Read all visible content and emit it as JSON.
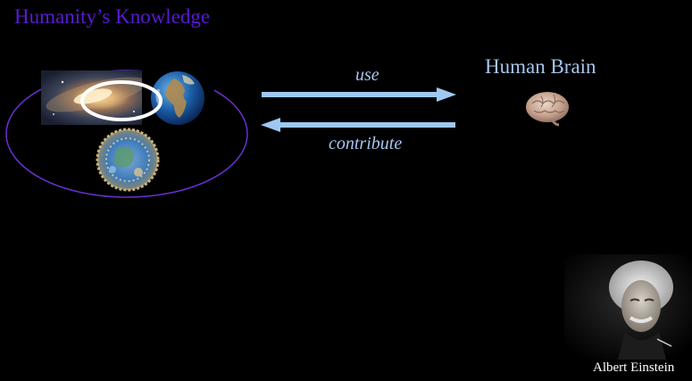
{
  "title": "Humanity’s Knowledge",
  "brain": {
    "title": "Human Brain"
  },
  "arrows": {
    "use_label": "use",
    "contribute_label": "contribute"
  },
  "portrait": {
    "caption": "Albert Einstein"
  },
  "icons": [
    "galaxy-icon",
    "earth-icon",
    "mosaic-globe-icon",
    "brain-icon",
    "einstein-portrait-icon"
  ],
  "colors": {
    "background": "#000000",
    "title": "#5a1ad6",
    "ellipse": "#6a2fd0",
    "brain_title": "#a6c6ee",
    "arrow": "#9ec8f2",
    "arrow_label": "#a8c6ee",
    "caption": "#ffffff",
    "highlight_ring": "#ffffff"
  }
}
